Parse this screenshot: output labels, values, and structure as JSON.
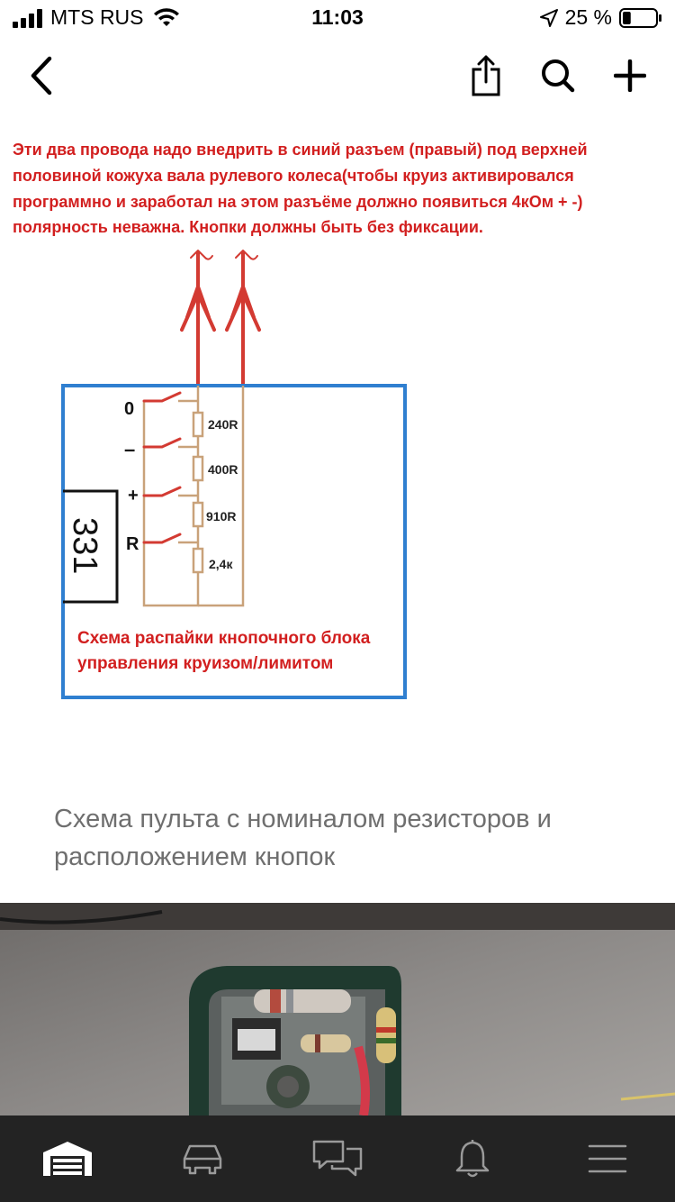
{
  "status_bar": {
    "carrier": "MTS RUS",
    "time": "11:03",
    "battery_percent": "25 %",
    "battery_level": 0.25
  },
  "nav": {
    "back_icon": "chevron-left-icon",
    "share_icon": "share-icon",
    "search_icon": "search-icon",
    "add_icon": "plus-icon"
  },
  "diagram": {
    "note_lines": [
      "Эти два провода надо внедрить в синий разъем (правый) под верхней",
      "половиной кожуха вала рулевого колеса(чтобы круиз активировался",
      "программно и заработал на этом разъёме должно появиться 4кОм + -)",
      "полярность неважна. Кнопки должны быть без фиксации."
    ],
    "buttons": [
      "0",
      "–",
      "+",
      "R"
    ],
    "resistors": [
      "240R",
      "400R",
      "910R",
      "2,4к"
    ],
    "connector_label": "331",
    "schema_lines": [
      "Схема распайки кнопочного блока",
      "управления круизом/лимитом"
    ],
    "colors": {
      "text_red": "#d21f1f",
      "wire_red": "#d33a32",
      "box_blue": "#2f7fd0",
      "line_tan": "#c9a27a"
    }
  },
  "caption": "Схема пульта с номиналом резисторов и расположением кнопок",
  "tabs": [
    {
      "name": "garage",
      "icon": "garage-icon",
      "active": true
    },
    {
      "name": "car",
      "icon": "car-icon",
      "active": false
    },
    {
      "name": "messages",
      "icon": "chat-icon",
      "active": false
    },
    {
      "name": "notifications",
      "icon": "bell-icon",
      "active": false
    },
    {
      "name": "menu",
      "icon": "menu-icon",
      "active": false
    }
  ]
}
